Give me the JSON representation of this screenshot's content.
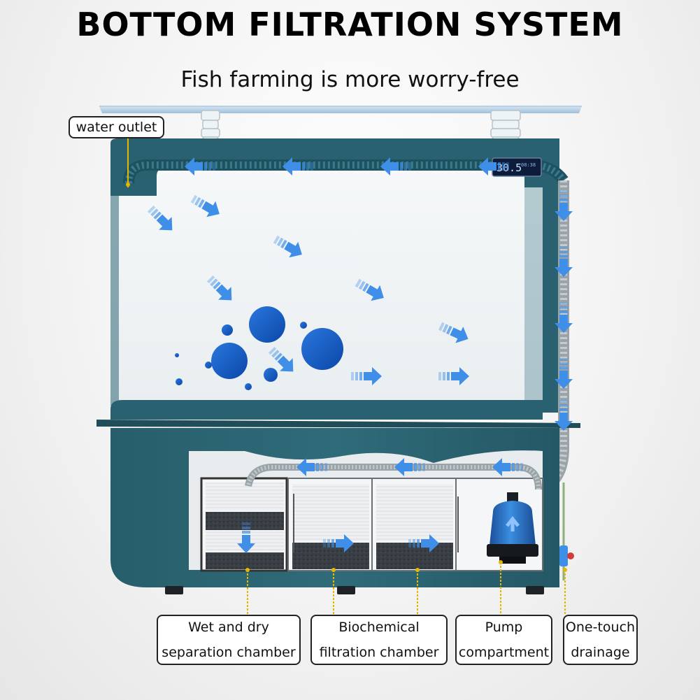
{
  "title": "BOTTOM FILTRATION SYSTEM",
  "subtitle": "Fish farming is more worry-free",
  "display": {
    "temperature": "30.5",
    "small_readout": "08:38"
  },
  "callouts": {
    "water_outlet": "water outlet",
    "wet_dry": [
      "Wet and dry",
      "separation chamber"
    ],
    "biochemical": [
      "Biochemical",
      "filtration chamber"
    ],
    "pump": [
      "Pump",
      "compartment"
    ],
    "drainage": [
      "One-touch",
      "drainage"
    ]
  },
  "colors": {
    "tank_frame": "#2a6170",
    "frame_dark": "#1f4e5a",
    "flow_arrow": "#3f8fe8",
    "bubble": "#1759c4",
    "pump": "#2b6fc2",
    "callout_line": "#e5b800"
  },
  "icons": [
    "flow-arrow-icon",
    "water-pump-icon",
    "drain-valve-icon",
    "digital-display-icon"
  ]
}
